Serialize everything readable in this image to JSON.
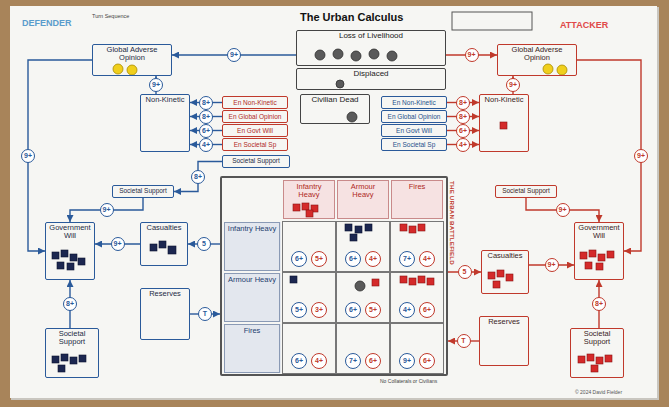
{
  "diagram": {
    "title": "The Urban Calculus",
    "nodes": [
      {
        "text": [
          "Global Adverse Opinion"
        ]
      },
      {
        "text": [
          "Non-Kinetic"
        ]
      },
      {
        "text": [
          "En Non-Kinetic"
        ]
      },
      {
        "text": [
          "En Global Opinion"
        ]
      },
      {
        "text": [
          "En Govt Will"
        ]
      },
      {
        "text": [
          "En Societal Sp"
        ]
      },
      {
        "text": [
          "Societal Support"
        ]
      },
      {
        "text": [
          "Societal Support"
        ]
      },
      {
        "text": [
          "Government Will"
        ]
      },
      {
        "text": [
          "Casualties"
        ]
      },
      {
        "text": [
          "Reserves"
        ]
      },
      {
        "text": [
          "Societal Support"
        ]
      },
      {
        "text": [
          "Loss of Livelihood"
        ]
      },
      {
        "text": [
          "Displaced"
        ]
      },
      {
        "text": [
          "Civilian Dead"
        ]
      },
      {
        "text": [
          "En Non-Kinetic"
        ]
      },
      {
        "text": [
          "En Global Opinion"
        ]
      },
      {
        "text": [
          "En Govt Will"
        ]
      },
      {
        "text": [
          "En Societal Sp"
        ]
      },
      {
        "text": [
          "Global Adverse Opinion"
        ]
      },
      {
        "text": [
          "Non-Kinetic"
        ]
      },
      {
        "text": [
          "Societal Support"
        ]
      },
      {
        "text": [
          "Casualties"
        ]
      },
      {
        "text": [
          "Government Will"
        ]
      },
      {
        "text": [
          "Reserves"
        ]
      },
      {
        "text": [
          "Societal Support"
        ]
      },
      {
        "text": [
          "THE URBAN BATTLEFIELD"
        ]
      },
      {
        "text": [
          "Infantry Heavy"
        ],
        "in": 26
      },
      {
        "text": [
          "Armour Heavy"
        ],
        "in": 26
      },
      {
        "text": [
          "Fires"
        ],
        "in": 26
      },
      {
        "text": [
          "Infantry Heavy"
        ],
        "in": 26
      },
      {
        "text": [
          "Armour Heavy"
        ],
        "in": 26
      },
      {
        "text": [
          "Fires"
        ],
        "in": 26
      },
      {
        "text": [
          "6+",
          "5+"
        ],
        "in": 26
      },
      {
        "text": [
          "6+",
          "4+"
        ],
        "in": 26
      },
      {
        "text": [
          "7+",
          "4+"
        ],
        "in": 26
      },
      {
        "text": [
          "5+",
          "3+"
        ],
        "in": 26
      },
      {
        "text": [
          "6+",
          "5+"
        ],
        "in": 26
      },
      {
        "text": [
          "4+",
          "6+"
        ],
        "in": 26
      },
      {
        "text": [
          "6+",
          "4+"
        ],
        "in": 26
      },
      {
        "text": [
          "7+",
          "6+"
        ],
        "in": 26
      },
      {
        "text": [
          "9+",
          "6+"
        ],
        "in": 26
      }
    ],
    "edges": [
      {
        "from": 1,
        "to": 0,
        "arrow": "to",
        "label": "9+"
      },
      {
        "from": 2,
        "to": 1,
        "arrow": "to",
        "label": "8+"
      },
      {
        "from": 3,
        "to": 1,
        "arrow": "to",
        "label": "8+"
      },
      {
        "from": 4,
        "to": 1,
        "arrow": "to",
        "label": "6+"
      },
      {
        "from": 5,
        "to": 1,
        "arrow": "to",
        "label": "4+"
      },
      {
        "from": 6,
        "to": 7,
        "arrow": "to",
        "label": "8+"
      },
      {
        "from": 7,
        "to": 8,
        "arrow": "to",
        "label": "9+"
      },
      {
        "from": 9,
        "to": 8,
        "arrow": "to",
        "label": "9+"
      },
      {
        "from": 0,
        "to": 8,
        "arrow": "to",
        "label": "9+"
      },
      {
        "from": 11,
        "to": 8,
        "arrow": "to",
        "label": "8+"
      },
      {
        "from": 10,
        "to": 26,
        "arrow": "to",
        "label": "T"
      },
      {
        "from": 26,
        "to": 9,
        "arrow": "to",
        "label": "5"
      },
      {
        "from": 12,
        "to": 0,
        "arrow": "to",
        "label": "9+"
      },
      {
        "from": 12,
        "to": 19,
        "arrow": "to",
        "label": "9+"
      },
      {
        "from": 20,
        "to": 19,
        "arrow": "to",
        "label": "9+"
      },
      {
        "from": 15,
        "to": 20,
        "arrow": "to",
        "label": "8+"
      },
      {
        "from": 16,
        "to": 20,
        "arrow": "to",
        "label": "8+"
      },
      {
        "from": 17,
        "to": 20,
        "arrow": "to",
        "label": "6+"
      },
      {
        "from": 18,
        "to": 20,
        "arrow": "to",
        "label": "4+"
      },
      {
        "from": 21,
        "to": 23,
        "arrow": "to",
        "label": "9+"
      },
      {
        "from": 22,
        "to": 23,
        "arrow": "to",
        "label": "9+"
      },
      {
        "from": 19,
        "to": 23,
        "arrow": "to",
        "label": "9+"
      },
      {
        "from": 25,
        "to": 23,
        "arrow": "to",
        "label": "8+"
      },
      {
        "from": 24,
        "to": 26,
        "arrow": "to",
        "label": "T"
      },
      {
        "from": 26,
        "to": 22,
        "arrow": "to",
        "label": "5"
      }
    ],
    "labels": [
      "DEFENDER",
      "ATTACKER",
      "Turn Sequence",
      "No Collaterals or Civilians",
      "© 2024 David Fielder"
    ]
  }
}
